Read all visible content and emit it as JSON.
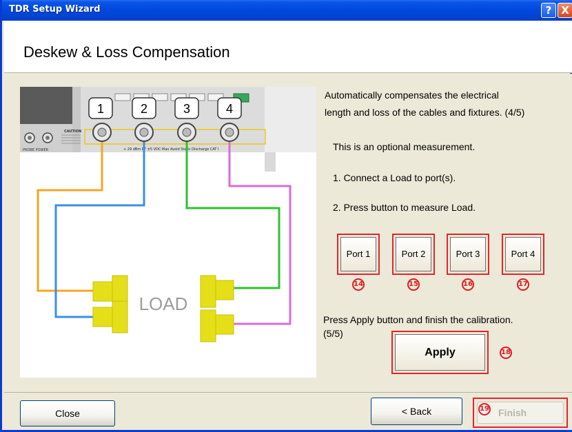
{
  "window": {
    "title": "TDR Setup Wizard",
    "help_glyph": "?",
    "close_glyph": "X"
  },
  "header": {
    "title": "Deskew & Loss Compensation"
  },
  "diagram": {
    "port_labels": [
      "1",
      "2",
      "3",
      "4"
    ],
    "load_label": "LOAD",
    "caution_text": "CAUTION",
    "probe_power_label": "PROBE POWER",
    "warning_text": "+ 29 dBm RF ±5 VDC Max   Avoid Static Discharge CAT I",
    "colors": {
      "port1": "#f5a623",
      "port2": "#3b8ee6",
      "port3": "#2fc12f",
      "port4": "#d96bd6",
      "connector": "#e5df1a"
    }
  },
  "description": {
    "line1": "Automatically compensates the electrical",
    "line2": "length and loss of the cables and fixtures.  (4/5)",
    "optional": "This is an optional measurement.",
    "step1": "1. Connect a Load to port(s).",
    "step2": "2. Press button to measure Load.",
    "apply_line1": "Press Apply button and finish the calibration.",
    "apply_line2": "(5/5)"
  },
  "port_buttons": [
    {
      "label": "Port 1",
      "marker": "14"
    },
    {
      "label": "Port 2",
      "marker": "15"
    },
    {
      "label": "Port 3",
      "marker": "16"
    },
    {
      "label": "Port 4",
      "marker": "17"
    }
  ],
  "apply": {
    "label": "Apply",
    "marker": "18"
  },
  "footer": {
    "close_label": "Close",
    "back_label": "< Back",
    "finish_label": "Finish",
    "finish_marker": "19"
  },
  "colors": {
    "titlebar": "#0048dc",
    "highlight_red": "#e8222b"
  }
}
